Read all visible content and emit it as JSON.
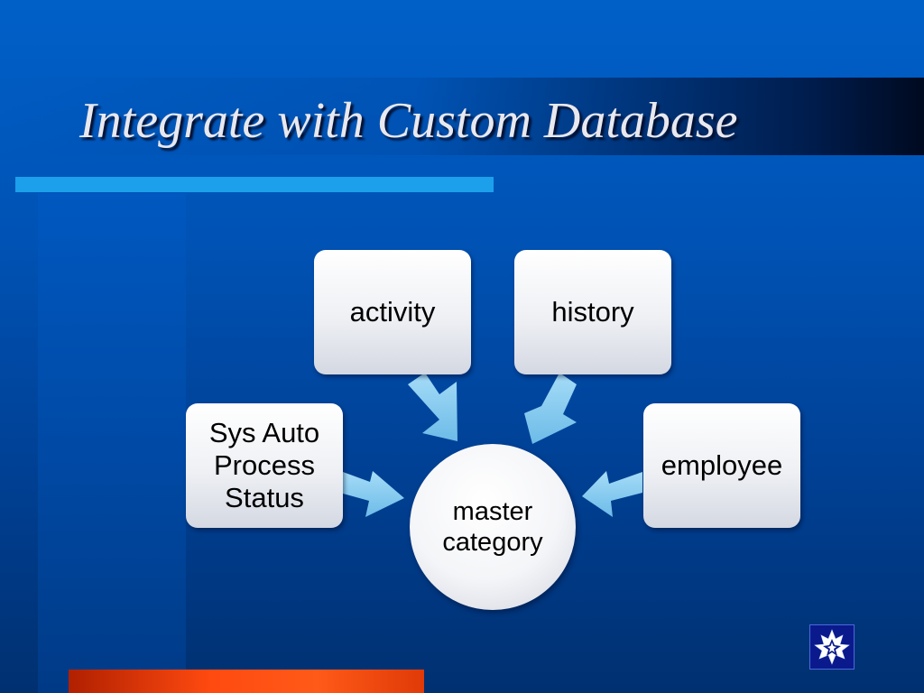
{
  "slide": {
    "title": "Integrate with Custom Database"
  },
  "diagram": {
    "center": {
      "label": "master\ncategory"
    },
    "nodes": [
      {
        "id": "activity",
        "label": "activity"
      },
      {
        "id": "history",
        "label": "history"
      },
      {
        "id": "sys-auto",
        "label": "Sys Auto\nProcess\nStatus"
      },
      {
        "id": "employee",
        "label": "employee"
      }
    ]
  },
  "colors": {
    "background": "#0052b4",
    "title_rule": "#1ca0ec",
    "bottom_bar": "#ff4a10",
    "arrow": "#8ccdf2",
    "logo": "#0a1a8c"
  },
  "icons": {
    "logo": "maple-leaf-logo-icon"
  }
}
